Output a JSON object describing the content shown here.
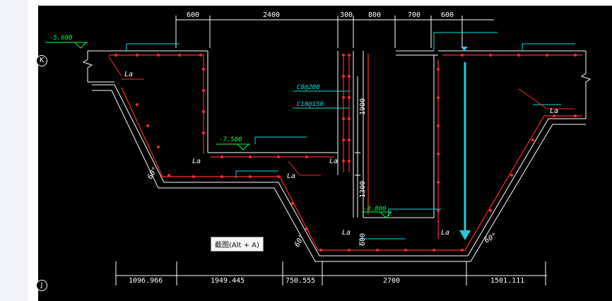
{
  "axes": {
    "top": "K",
    "bottom": "J"
  },
  "top_dimensions": [
    "600",
    "2400",
    "300",
    "800",
    "700",
    "600"
  ],
  "bottom_dimensions": [
    "1096.966",
    "1949.445",
    "750.555",
    "2700",
    "1501.111"
  ],
  "vertical_dimensions": [
    "1900",
    "1300",
    "600"
  ],
  "elevations": {
    "top_left": "-5.600",
    "step": "-7.500",
    "bottom": "-8.800"
  },
  "rebar_labels": {
    "line1": "C8@200",
    "line2": "C10@150"
  },
  "la_label": "La",
  "angle_label": "60°",
  "tooltip": "截图(Alt + A)",
  "colors": {
    "background": "#000000",
    "lines": "#ffffff",
    "rebar": "#ff2a2a",
    "annotation": "#00e0e0",
    "elevation": "#00ff40",
    "arrow": "#27c9d9",
    "dims": "#ffffff"
  }
}
